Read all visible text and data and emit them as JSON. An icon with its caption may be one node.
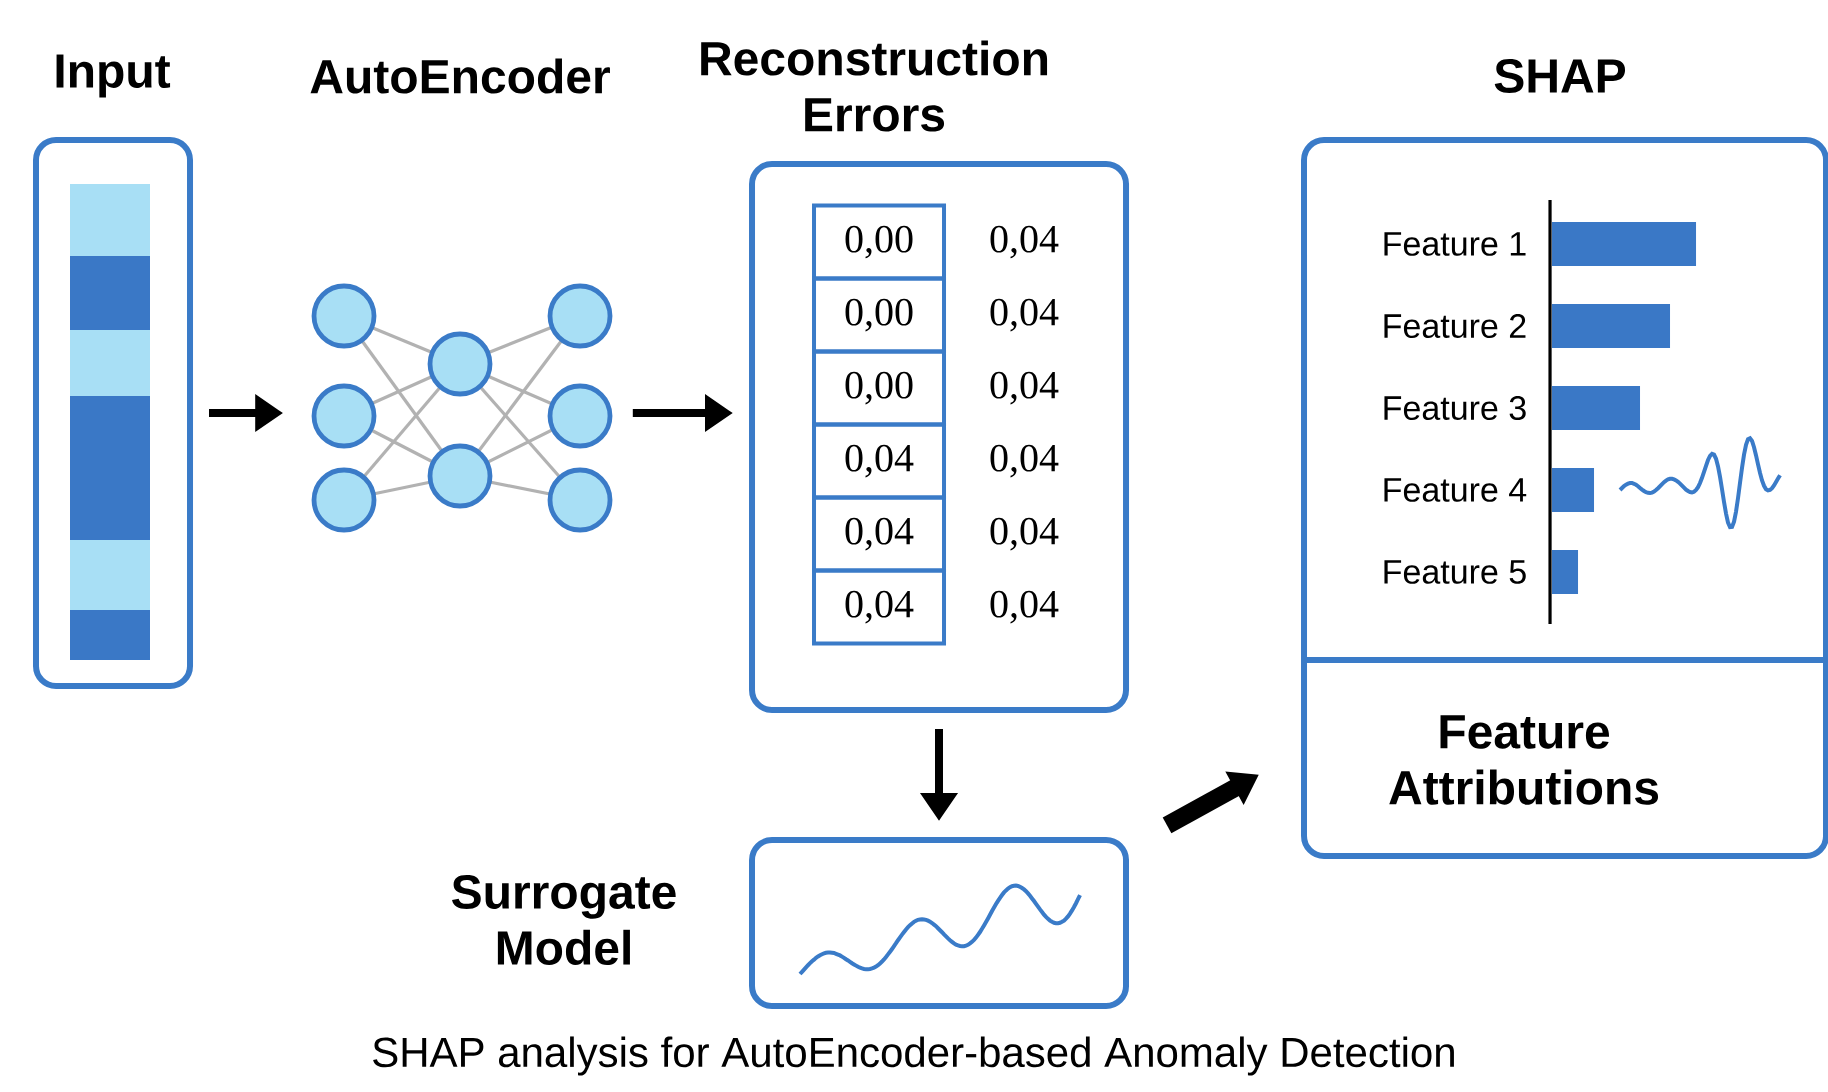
{
  "diagram": {
    "caption": "SHAP analysis for AutoEncoder-based Anomaly Detection",
    "nodes": [
      {
        "text": [
          "Input"
        ]
      },
      {
        "text": [
          "AutoEncoder"
        ]
      },
      {
        "text": [
          "Reconstruction Errors"
        ]
      },
      {
        "text": [
          "Surrogate Model"
        ]
      },
      {
        "text": [
          "SHAP",
          "Feature Attributions"
        ]
      }
    ],
    "edges": [
      {
        "from": 0,
        "to": 1,
        "arrow": "to"
      },
      {
        "from": 1,
        "to": 2,
        "arrow": "to"
      },
      {
        "from": 2,
        "to": 3,
        "arrow": "to"
      },
      {
        "from": 3,
        "to": 4,
        "arrow": "to",
        "style": "thick"
      }
    ],
    "labels": [
      "0,00",
      "0,04",
      "0,00",
      "0,04",
      "0,00",
      "0,04",
      "0,04",
      "0,04",
      "0,04",
      "0,04",
      "0,04",
      "0,04",
      "Feature 1",
      "Feature 2",
      "Feature 3",
      "Feature 4",
      "Feature 5"
    ]
  }
}
